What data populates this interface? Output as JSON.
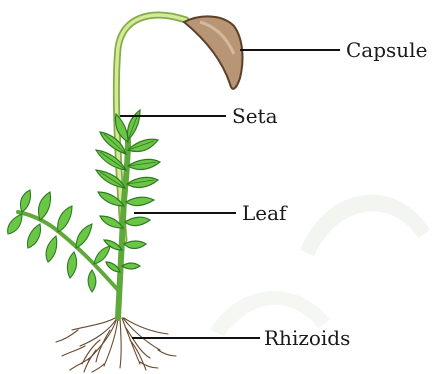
{
  "diagram": {
    "labels": {
      "capsule": "Capsule",
      "seta": "Seta",
      "leaf": "Leaf",
      "rhizoids": "Rhizoids"
    },
    "colors": {
      "leaf_green": "#5fbf3a",
      "leaf_dark": "#2e7a24",
      "stem_green": "#8fcf5e",
      "seta_yellow": "#d7e89a",
      "capsule_brown": "#b79575",
      "capsule_dark": "#7a5a3d",
      "rhizoid": "#6b4a2e",
      "line": "#111111"
    }
  }
}
